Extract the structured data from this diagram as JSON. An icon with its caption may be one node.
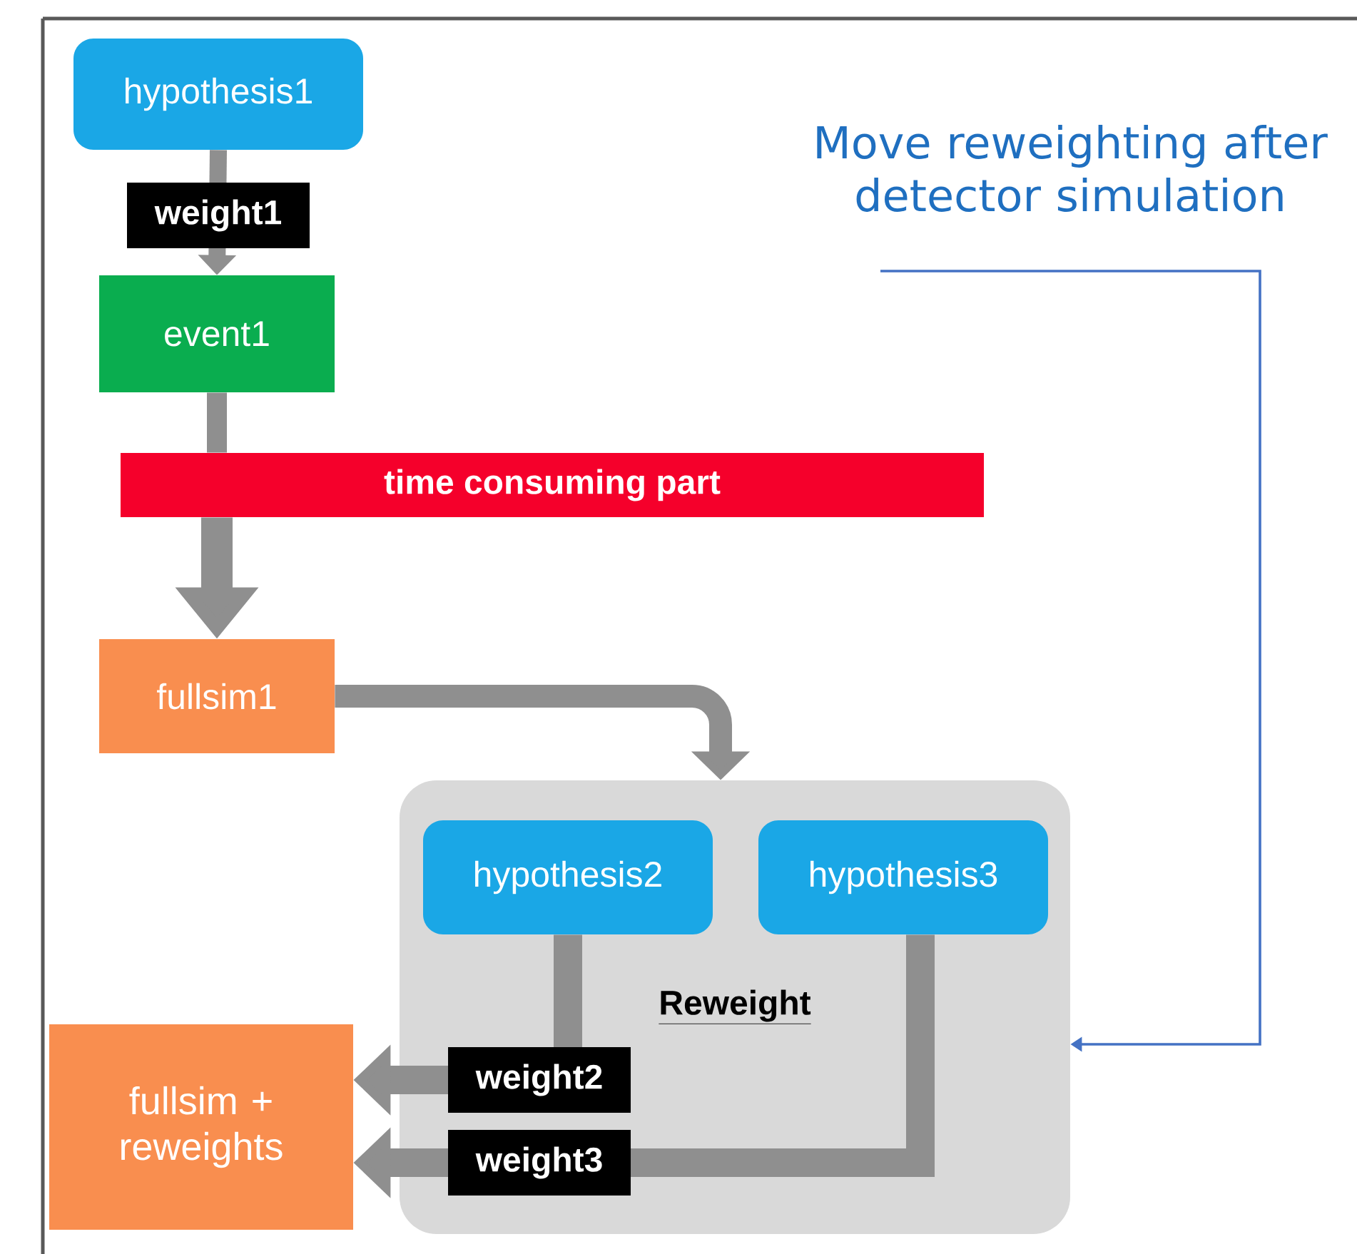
{
  "diagram": {
    "nodes": [
      {
        "text": [
          "hypothesis1"
        ]
      },
      {
        "text": [
          "event1"
        ]
      },
      {
        "text": [
          "time consuming part"
        ]
      },
      {
        "text": [
          "fullsim1"
        ]
      },
      {
        "text": [
          "Reweight"
        ]
      },
      {
        "text": [
          "hypothesis2"
        ],
        "in": 4
      },
      {
        "text": [
          "hypothesis3"
        ],
        "in": 4
      },
      {
        "text": [
          "fullsim + reweights"
        ]
      },
      {
        "text": [
          "Move reweighting after detector simulation"
        ]
      }
    ],
    "edges": [
      {
        "from": 0,
        "to": 1,
        "arrow": "to",
        "label": "weight1"
      },
      {
        "from": 1,
        "to": 2,
        "arrow": "none"
      },
      {
        "from": 2,
        "to": 3,
        "arrow": "to"
      },
      {
        "from": 3,
        "to": 4,
        "arrow": "to"
      },
      {
        "from": 5,
        "to": 7,
        "arrow": "to",
        "label": "weight2"
      },
      {
        "from": 6,
        "to": 7,
        "arrow": "to",
        "label": "weight3"
      },
      {
        "from": 8,
        "to": 4,
        "arrow": "to",
        "color": "#4472c4"
      }
    ]
  }
}
